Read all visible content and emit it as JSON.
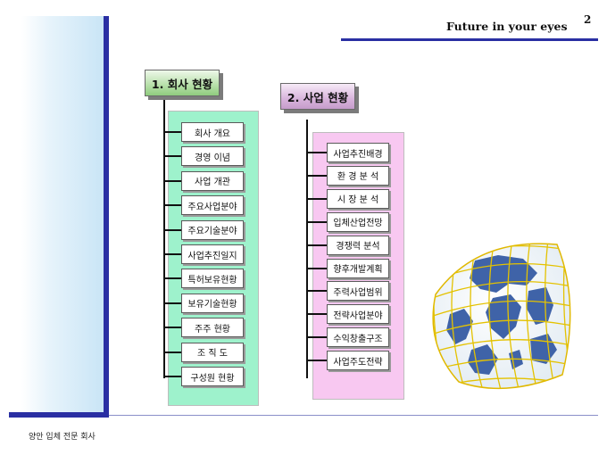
{
  "header": {
    "title": "Future in your eyes",
    "page_number": "2"
  },
  "footer": {
    "text": "양안 입체 전문 회사"
  },
  "section1": {
    "heading": "1. 회사 현황",
    "items": [
      "회사 개요",
      "경영 이념",
      "사업 개관",
      "주요사업분야",
      "주요기술분야",
      "사업추진일지",
      "특허보유현황",
      "보유기술현황",
      "주주 현황",
      "조 직 도",
      "구성원 현황"
    ]
  },
  "section2": {
    "heading": "2. 사업 현황",
    "items": [
      "사업추진배경",
      "환 경 분 석",
      "시 장 분 석",
      "입체산업전망",
      "경쟁력 분석",
      "향후개발계획",
      "주력사업범위",
      "전략사업분야",
      "수익창출구조",
      "사업주도전략"
    ]
  }
}
